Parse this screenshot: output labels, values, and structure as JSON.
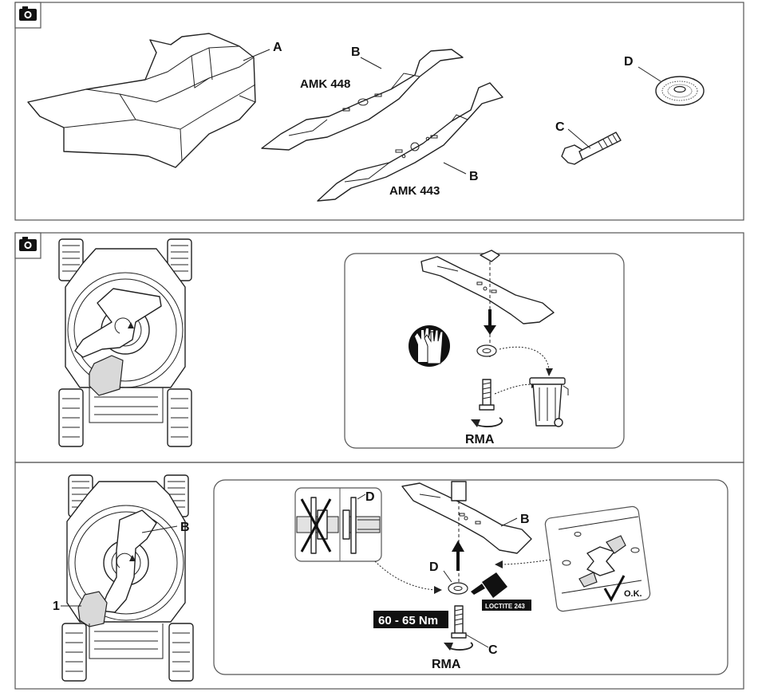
{
  "labels": {
    "A": "A",
    "B": "B",
    "C": "C",
    "D": "D",
    "one": "1"
  },
  "models": {
    "amk448": "AMK 448",
    "amk443": "AMK 443"
  },
  "rma": "RMA",
  "torque": "60 - 65 Nm",
  "loctite": "LOCTITE 243",
  "ok": "O.K.",
  "icons": {
    "camera": "camera-icon",
    "gloves": "gloves-icon",
    "bin": "waste-bin-icon",
    "rotate": "rotate-arrow-icon",
    "check": "checkmark-icon"
  },
  "colors": {
    "line": "#222222",
    "label_bg": "#111111",
    "label_fg": "#ffffff",
    "shade": "#d9d9d9"
  }
}
